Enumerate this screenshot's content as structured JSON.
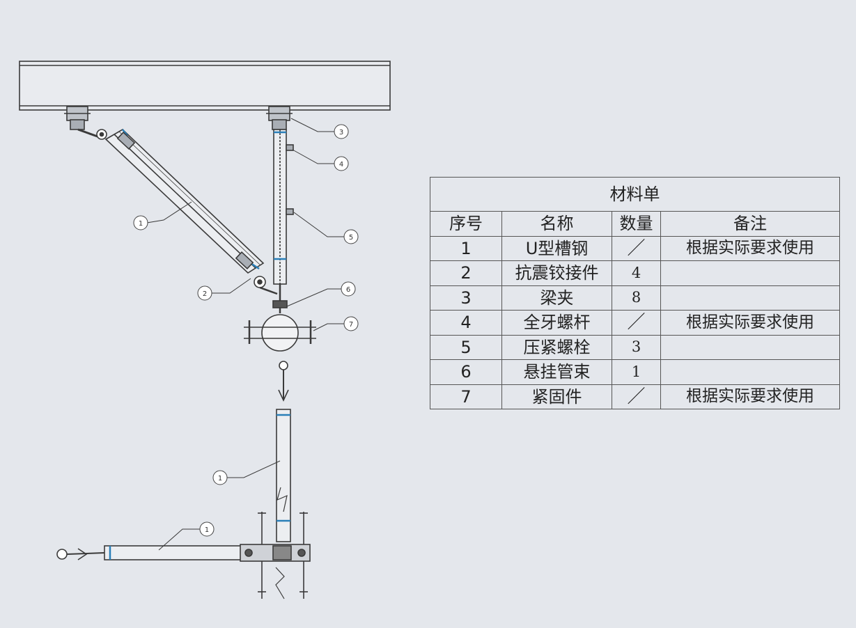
{
  "bom": {
    "title": "材料单",
    "headers": {
      "no": "序号",
      "name": "名称",
      "qty": "数量",
      "note": "备注"
    },
    "rows": [
      {
        "no": "1",
        "name": "U型槽钢",
        "qty": "／",
        "note": "根据实际要求使用"
      },
      {
        "no": "2",
        "name": "抗震铰接件",
        "qty": "4",
        "note": ""
      },
      {
        "no": "3",
        "name": "梁夹",
        "qty": "8",
        "note": ""
      },
      {
        "no": "4",
        "name": "全牙螺杆",
        "qty": "／",
        "note": "根据实际要求使用"
      },
      {
        "no": "5",
        "name": "压紧螺栓",
        "qty": "3",
        "note": ""
      },
      {
        "no": "6",
        "name": "悬挂管束",
        "qty": "1",
        "note": ""
      },
      {
        "no": "7",
        "name": "紧固件",
        "qty": "／",
        "note": "根据实际要求使用"
      }
    ]
  },
  "callouts": {
    "c1a": "1",
    "c2": "2",
    "c3": "3",
    "c4": "4",
    "c5": "5",
    "c6": "6",
    "c7": "7",
    "c1b": "1",
    "c1c": "1"
  },
  "colors": {
    "line": "#3a3a3a",
    "accent": "#2a7fb8",
    "background": "#e4e7ec"
  }
}
